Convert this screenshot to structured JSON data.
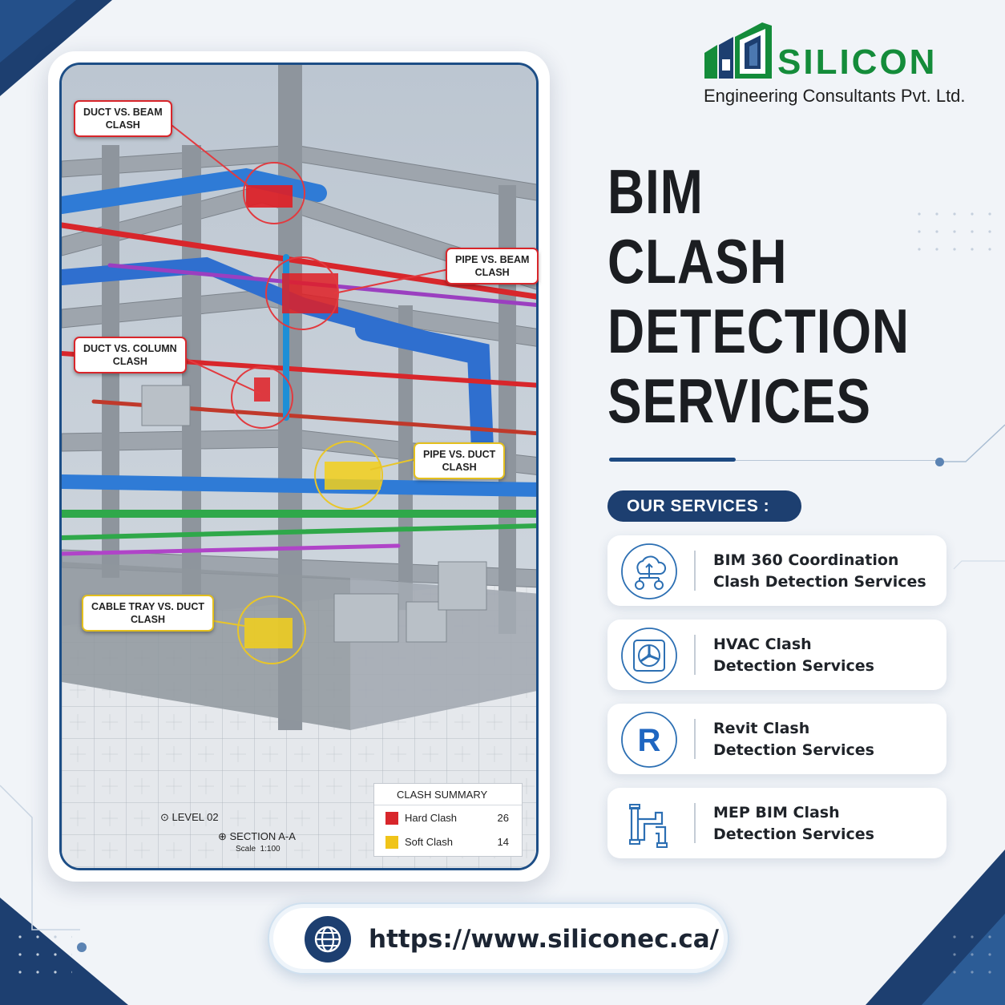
{
  "brand": {
    "name": "SILICON",
    "subtitle": "Engineering Consultants Pvt. Ltd."
  },
  "headline": [
    "BIM",
    "CLASH",
    "DETECTION",
    "SERVICES"
  ],
  "image": {
    "callouts": [
      {
        "lines": [
          "DUCT VS. BEAM",
          "CLASH"
        ],
        "kind": "hard"
      },
      {
        "lines": [
          "PIPE VS. BEAM",
          "CLASH"
        ],
        "kind": "hard"
      },
      {
        "lines": [
          "DUCT VS. COLUMN",
          "CLASH"
        ],
        "kind": "hard"
      },
      {
        "lines": [
          "PIPE VS. DUCT",
          "CLASH"
        ],
        "kind": "soft"
      },
      {
        "lines": [
          "CABLE TRAY VS. DUCT",
          "CLASH"
        ],
        "kind": "soft"
      }
    ],
    "level_label": "LEVEL 02",
    "section_label": "SECTION A-A",
    "scale_label": "Scale  1:100",
    "clash_summary": {
      "title": "CLASH SUMMARY",
      "rows": [
        {
          "label": "Hard Clash",
          "value": "26",
          "color": "#d8262b"
        },
        {
          "label": "Soft Clash",
          "value": "14",
          "color": "#f0c419"
        }
      ]
    }
  },
  "services": {
    "heading": "OUR SERVICES :",
    "items": [
      {
        "icon": "cloud-network-icon",
        "lines": [
          "BIM 360 Coordination",
          "Clash Detection Services"
        ]
      },
      {
        "icon": "hvac-fan-icon",
        "lines": [
          "HVAC Clash",
          "Detection Services"
        ]
      },
      {
        "icon": "revit-icon",
        "glyph": "R",
        "lines": [
          "Revit Clash",
          "Detection Services"
        ]
      },
      {
        "icon": "mep-pipe-icon",
        "lines": [
          "MEP BIM Clash",
          "Detection Services"
        ]
      }
    ]
  },
  "website": {
    "url": "https://www.siliconec.ca/",
    "icon": "globe-icon"
  },
  "colors": {
    "navy": "#1d3f70",
    "brand_green": "#148c3a",
    "hard_clash": "#d8262b",
    "soft_clash": "#f0c419"
  }
}
